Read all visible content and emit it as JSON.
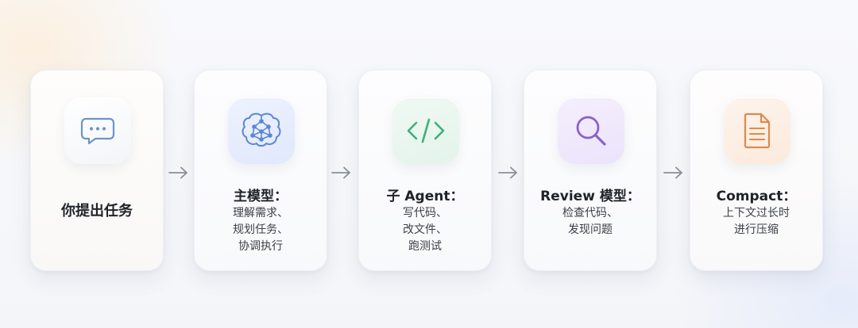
{
  "steps": [
    {
      "icon": "chat-bubble-icon",
      "title": "你提出任务",
      "lines": []
    },
    {
      "icon": "brain-network-icon",
      "title": "主模型：",
      "lines": [
        "理解需求、",
        "规划任务、",
        "协调执行"
      ]
    },
    {
      "icon": "code-icon",
      "title": "子 Agent：",
      "lines": [
        "写代码、",
        "改文件、",
        "跑测试"
      ]
    },
    {
      "icon": "magnifier-icon",
      "title": "Review 模型：",
      "lines": [
        "检查代码、",
        "发现问题"
      ]
    },
    {
      "icon": "document-icon",
      "title": "Compact：",
      "lines": [
        "上下文过长时",
        "进行压缩"
      ]
    }
  ],
  "colors": {
    "chat": "#6b95c9",
    "brain": "#5b86d6",
    "code": "#3fb07a",
    "search": "#8a62c9",
    "doc": "#e0894a",
    "arrow": "#8a9099"
  }
}
